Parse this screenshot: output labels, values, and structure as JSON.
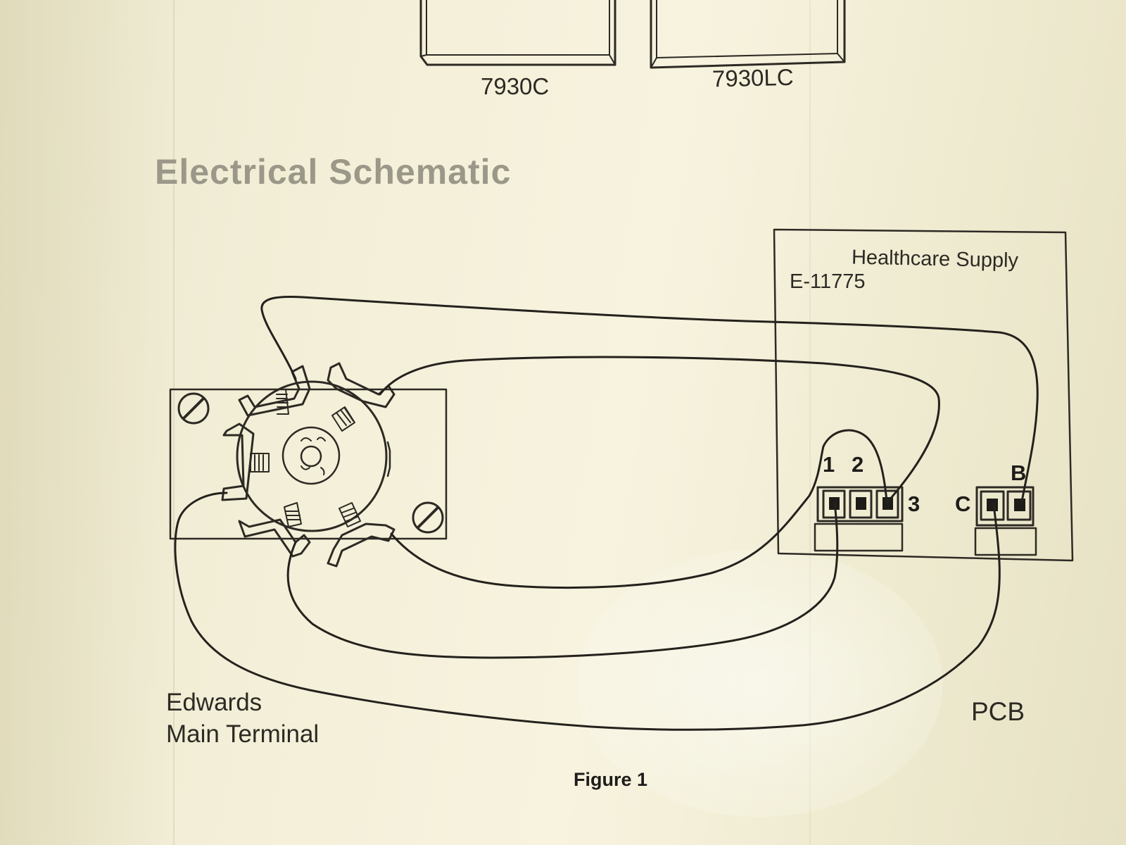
{
  "top_labels": {
    "left_model": "7930C",
    "right_model": "7930LC"
  },
  "title": "Electrical Schematic",
  "healthcare_box": {
    "name": "Healthcare Supply",
    "part": "E-11775"
  },
  "terminals": {
    "t1": "1",
    "t2": "2",
    "t3": "3",
    "tc": "C",
    "tb": "B"
  },
  "edwards": {
    "line1": "Edwards",
    "line2": "Main Terminal"
  },
  "pcb_label": "PCB",
  "figure_caption": "Figure 1",
  "colors": {
    "ink": "#2d2a24",
    "paper": "#f3efd8",
    "title_gray": "#9b9889"
  }
}
